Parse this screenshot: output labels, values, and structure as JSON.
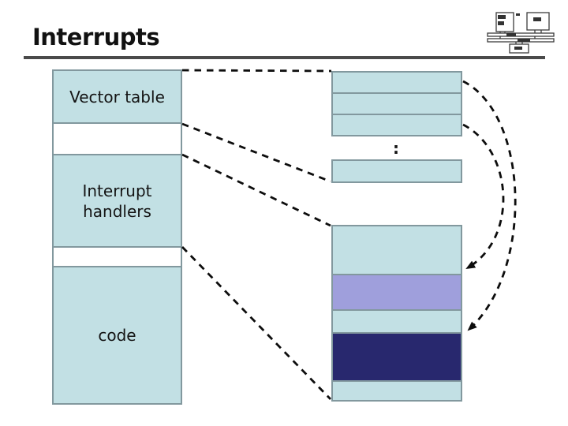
{
  "palette": {
    "background": "#ffffff",
    "title_text": "#111111",
    "rule": "#4a4a4a",
    "cell_blue": "#c2e0e4",
    "cell_white": "#ffffff",
    "cell_purple": "#9f9fdc",
    "cell_navy": "#28286e",
    "cell_border": "#82989e",
    "connector": "#0d0d0d"
  },
  "header": {
    "title": "Interrupts"
  },
  "diagram": {
    "left_column": {
      "cells": [
        {
          "label": "Vector table"
        },
        {
          "label": ""
        },
        {
          "label": "Interrupt handlers"
        },
        {
          "label": ""
        },
        {
          "label": "code"
        }
      ]
    },
    "right_column": {
      "ellipsis": ":"
    }
  }
}
